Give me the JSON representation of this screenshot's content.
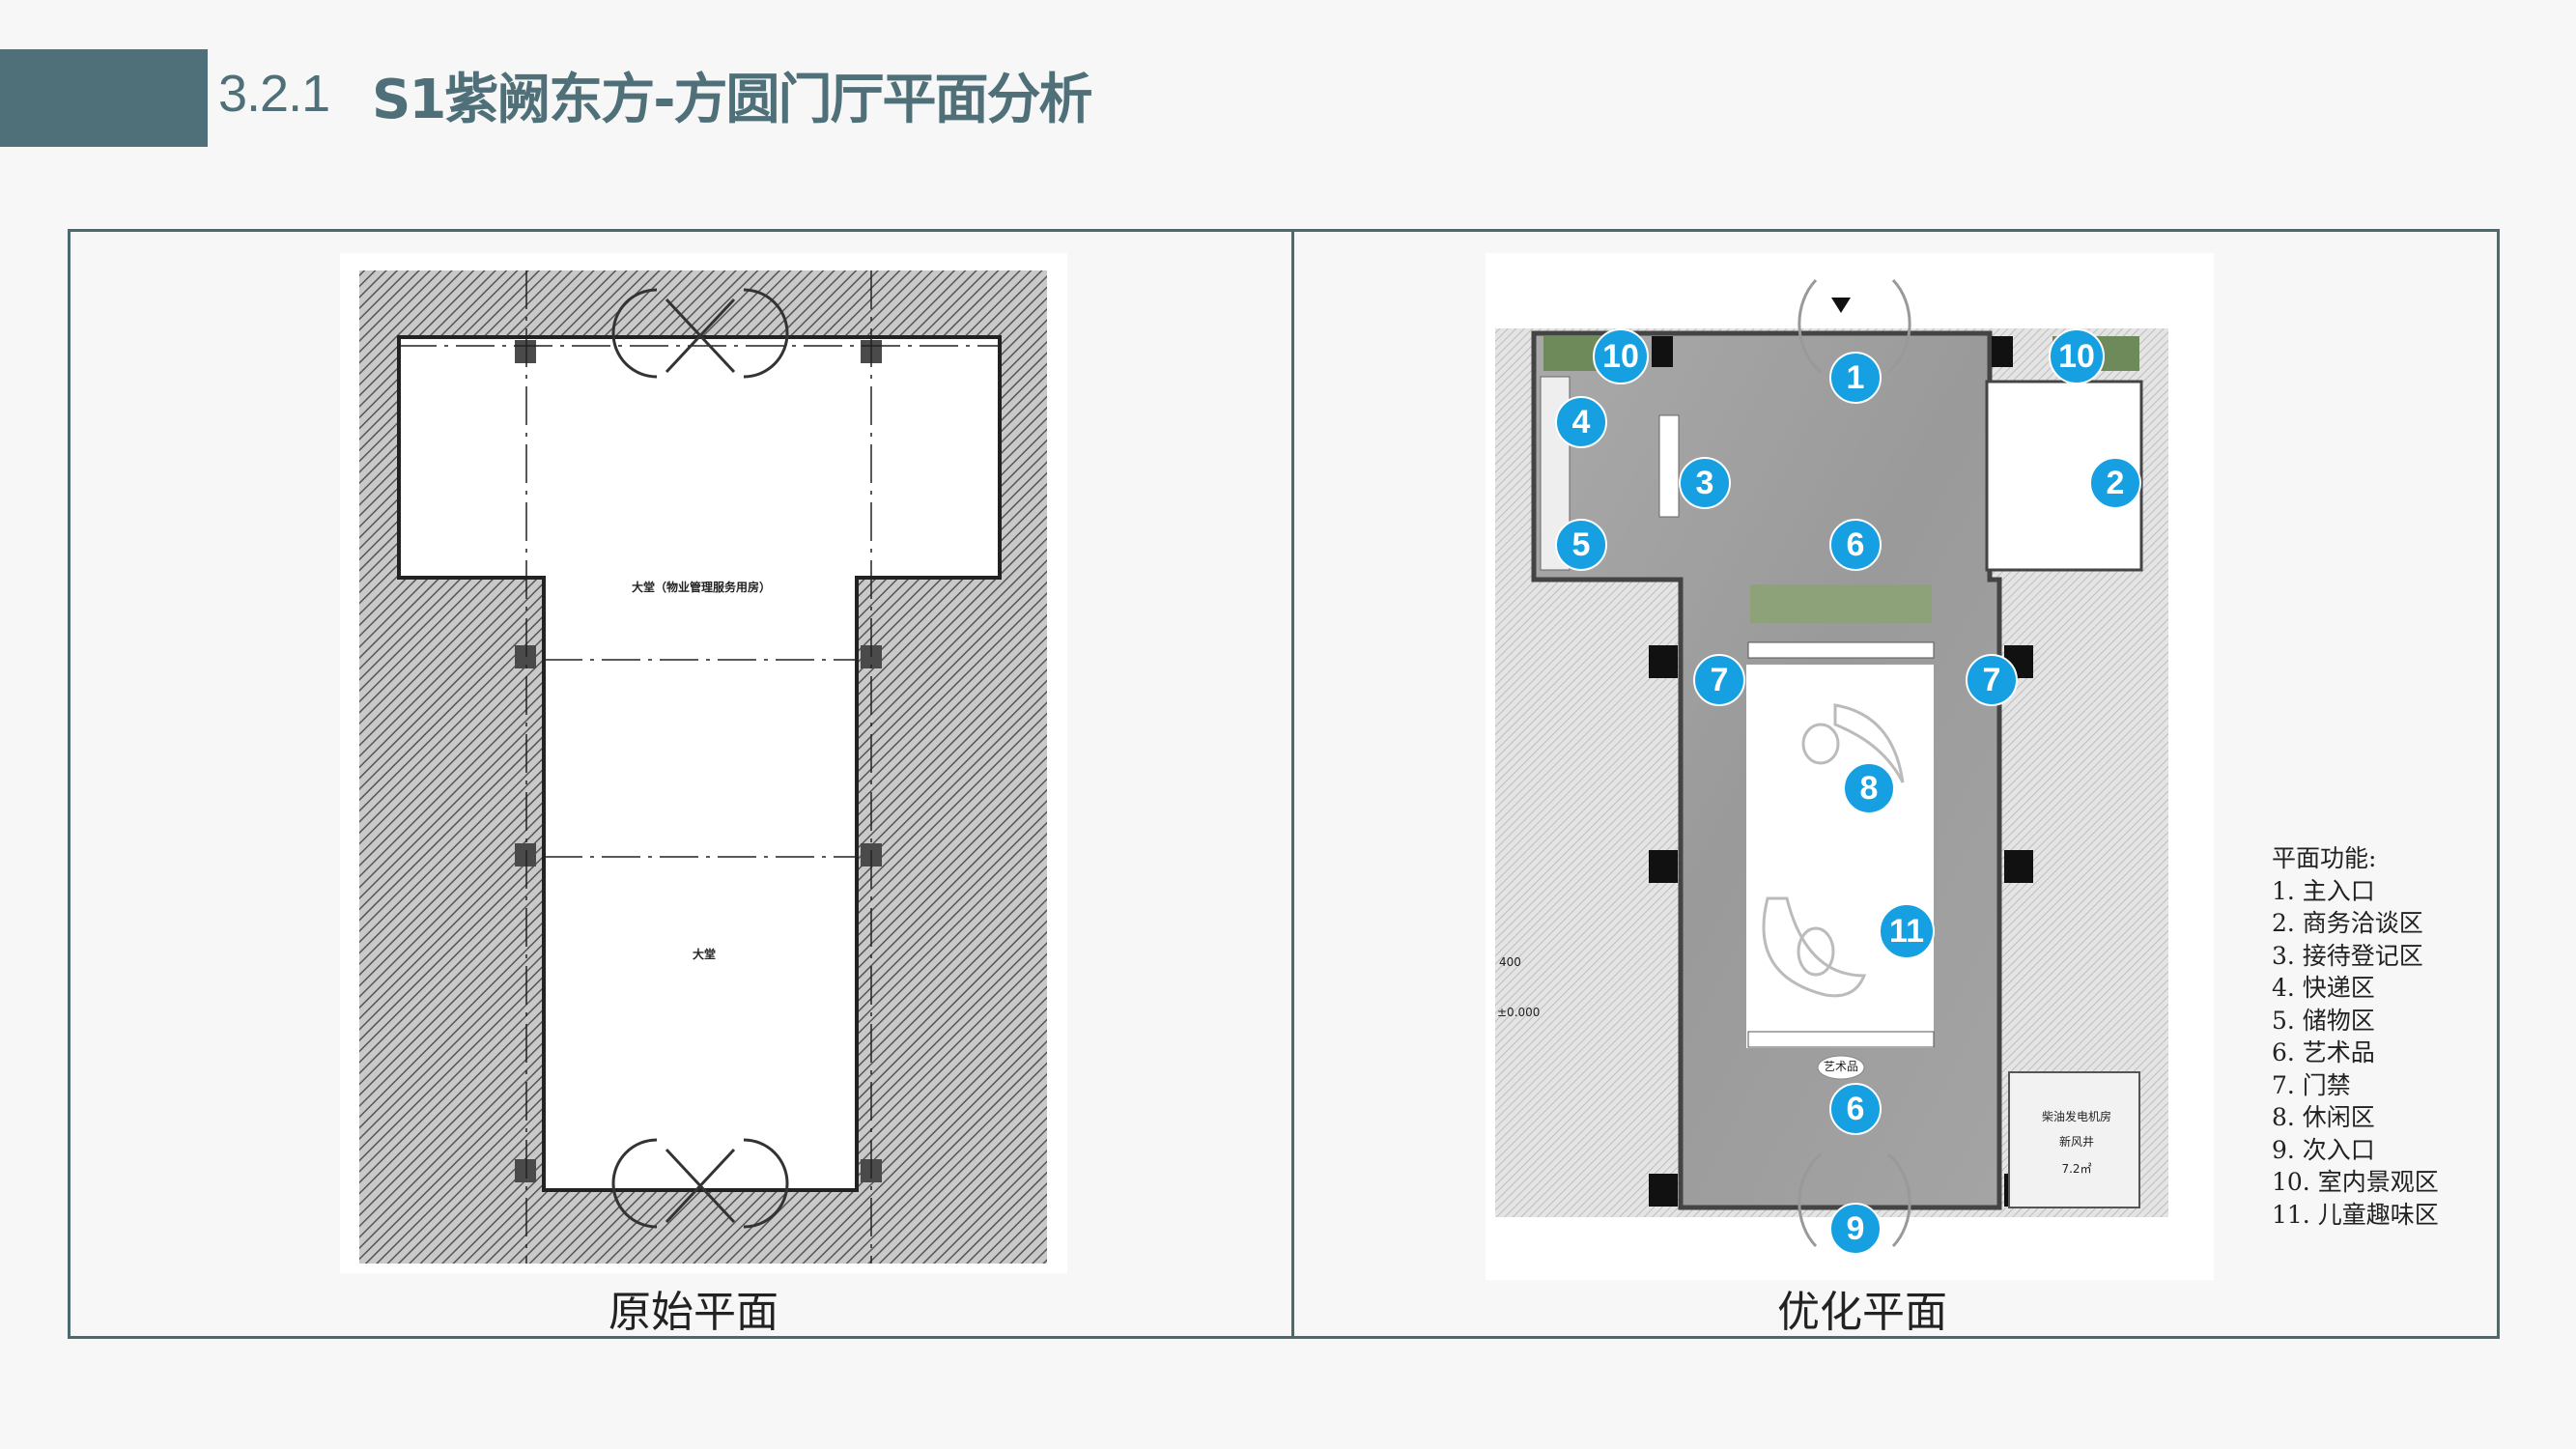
{
  "header": {
    "section_number": "3.2.1",
    "title": "S1紫阙东方-方圆门厅平面分析"
  },
  "original_plan": {
    "caption": "原始平面",
    "labels": {
      "lobby_upper": "大堂（物业管理服务用房）",
      "lobby_lower": "大堂"
    }
  },
  "optimized_plan": {
    "caption": "优化平面",
    "labels": {
      "generator_room": "柴油发电机房",
      "fresh_air_shaft": "新风井",
      "area": "7.2㎡",
      "art_piece": "艺术品",
      "elevation": "±0.000",
      "dim": "400"
    },
    "markers": [
      "1",
      "2",
      "3",
      "4",
      "5",
      "6",
      "7",
      "8",
      "9",
      "10",
      "11"
    ]
  },
  "legend": {
    "title": "平面功能:",
    "items": [
      "1. 主入口",
      "2. 商务洽谈区",
      "3. 接待登记区",
      "4. 快递区",
      "5. 储物区",
      "6. 艺术品",
      "7. 门禁",
      "8. 休闲区",
      "9. 次入口",
      "10. 室内景观区",
      "11. 儿童趣味区"
    ]
  },
  "colors": {
    "accent": "#4f7078",
    "marker": "#16a0e2",
    "frame": "#4a6a6e"
  }
}
